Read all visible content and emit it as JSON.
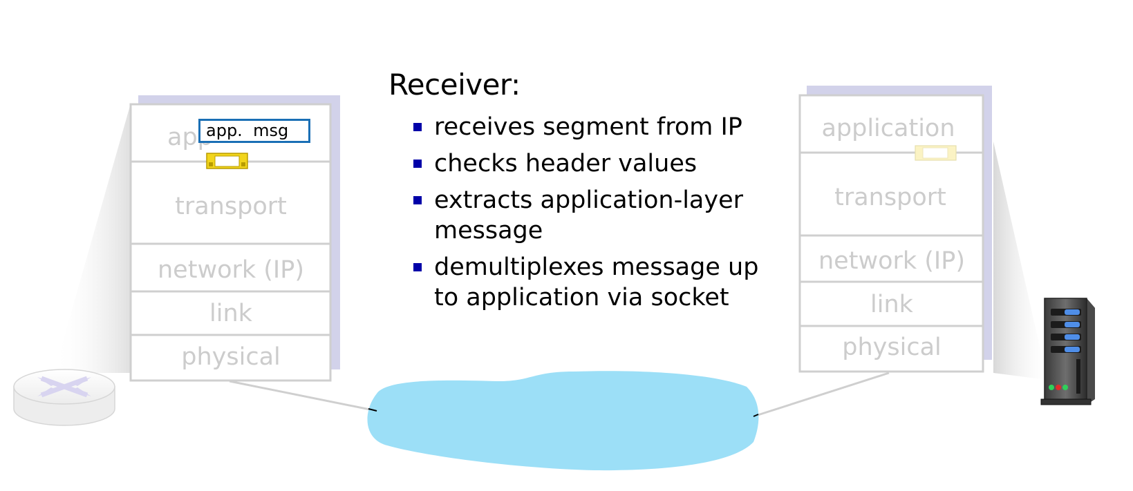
{
  "heading": "Receiver:",
  "bullets": [
    {
      "text": "receives segment from IP"
    },
    {
      "text": "checks header values"
    },
    {
      "text": "extracts application-layer message"
    },
    {
      "text": "demultiplexes message up to application via socket"
    }
  ],
  "left_stack": {
    "layers": [
      "app",
      "transport",
      "network (IP)",
      "link",
      "physical"
    ]
  },
  "right_stack": {
    "layers": [
      "application",
      "transport",
      "network (IP)",
      "link",
      "physical"
    ]
  },
  "message_label": "app.  msg",
  "colors": {
    "layer_text": "#cccccc",
    "stack_border": "#cfcfcf",
    "stack_shadow": "#d2d2ea",
    "cloud": "#9cdff7",
    "bullet": "#0000a8",
    "msg_border": "#1a6fb5",
    "segment_header": "#f2d51c"
  }
}
